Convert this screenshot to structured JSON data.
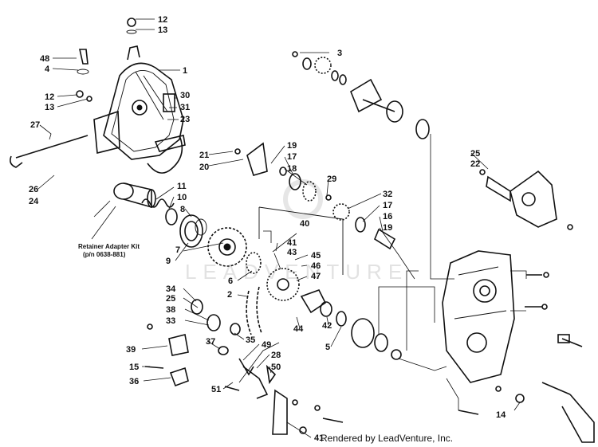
{
  "labels": {
    "c1": "12",
    "c2": "13",
    "c3": "48",
    "c4": "4",
    "c5": "1",
    "c6": "12",
    "c7": "13",
    "c8": "30",
    "c9": "31",
    "c10": "23",
    "c11": "27",
    "c12": "26",
    "c13": "24",
    "c14": "3",
    "c15": "25",
    "c16": "22",
    "c17": "21",
    "c18": "20",
    "c19": "19",
    "c20": "17",
    "c21": "18",
    "c22": "29",
    "c23": "11",
    "c24": "10",
    "c25": "8",
    "c26": "9",
    "c27": "7",
    "c28": "32",
    "c29": "17",
    "c30": "16",
    "c31": "19",
    "c32": "40",
    "c33": "41",
    "c34": "43",
    "c35": "45",
    "c36": "46",
    "c37": "47",
    "c38": "6",
    "c39": "2",
    "c40": "34",
    "c41": "25",
    "c42": "38",
    "c43": "33",
    "c44": "35",
    "c45": "44",
    "c46": "42",
    "c47": "5",
    "c48": "39",
    "c49": "37",
    "c50": "49",
    "c51": "28",
    "c52": "50",
    "c53": "15",
    "c54": "36",
    "c55": "51",
    "c56": "14",
    "c57": "41"
  },
  "kit_note": {
    "line1": "Retainer Adapter Kit",
    "line2": "(p/n 0638-881)"
  },
  "watermark": "LEADVENTURE",
  "footer": "Rendered by LeadVenture, Inc."
}
